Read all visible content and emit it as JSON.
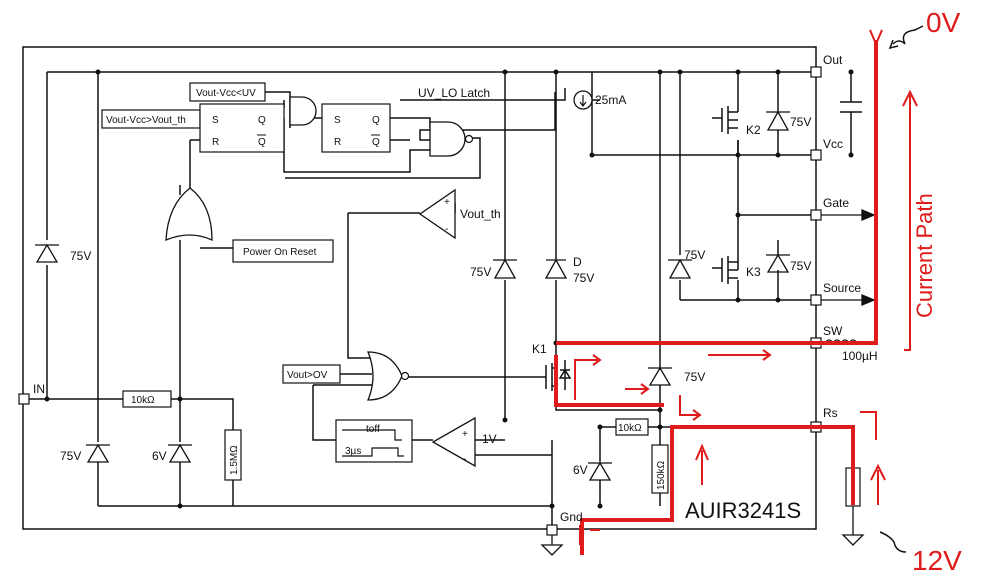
{
  "diagram": {
    "ic_name": "AUIR3241S",
    "pins": {
      "out": "Out",
      "vcc": "Vcc",
      "gate": "Gate",
      "source": "Source",
      "sw": "SW",
      "rs": "Rs",
      "gnd": "Gnd",
      "in": "IN"
    },
    "blocks": {
      "uv_compare": "Vout-Vcc<UV",
      "vth_compare": "Vout-Vcc>Vout_th",
      "uv_latch": "UV_LO Latch",
      "power_on_reset": "Power On Reset",
      "ov_compare": "Vout>OV",
      "comparator_vth": "Vout_th",
      "current_source": "25mA",
      "timer_toff": "toff",
      "timer_3us": "3µs",
      "ref_1v": "1V",
      "flipflop_s": "S",
      "flipflop_r": "R",
      "flipflop_q": "Q"
    },
    "components": {
      "zener_75v": "75V",
      "zener_6v": "6V",
      "r_10k": "10kΩ",
      "r_1m5": "1.5MΩ",
      "r_150k": "150kΩ",
      "inductor": "100µH",
      "k1": "K1",
      "k2": "K2",
      "k3": "K3",
      "diode_d": "D",
      "comp_plus": "+",
      "comp_minus": "-"
    },
    "annotations": {
      "top_voltage": "0V",
      "bottom_voltage": "12V",
      "current_path": "Current Path"
    },
    "colors": {
      "annotation": "#e01b1b",
      "circuit": "#111111"
    }
  }
}
